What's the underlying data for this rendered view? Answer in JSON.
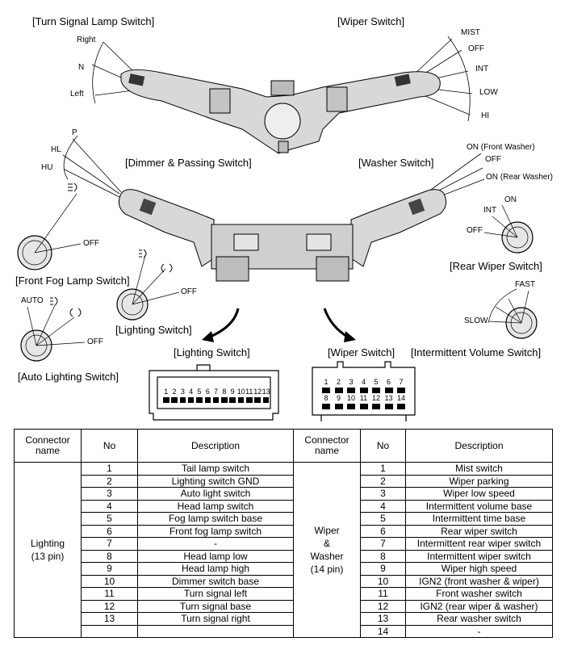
{
  "labels": {
    "turn_signal_switch": "[Turn Signal Lamp Switch]",
    "wiper_switch": "[Wiper Switch]",
    "turn_right": "Right",
    "turn_n": "N",
    "turn_left": "Left",
    "wiper_mist": "MIST",
    "wiper_off": "OFF",
    "wiper_int": "INT",
    "wiper_low": "LOW",
    "wiper_hi": "HI",
    "dimmer_p": "P",
    "dimmer_hl": "HL",
    "dimmer_hu": "HU",
    "dimmer_switch": "[Dimmer & Passing Switch]",
    "washer_switch": "[Washer Switch]",
    "washer_on_front": "ON (Front Washer)",
    "washer_off": "OFF",
    "washer_on_rear": "ON (Rear Washer)",
    "front_fog_off": "OFF",
    "front_fog_switch": "[Front Fog Lamp Switch]",
    "lighting_off": "OFF",
    "lighting_switch": "[Lighting Switch]",
    "auto": "AUTO",
    "auto_off": "OFF",
    "auto_lighting_switch": "[Auto Lighting Switch]",
    "rear_on": "ON",
    "rear_int": "INT",
    "rear_off": "OFF",
    "rear_wiper_switch": "[Rear Wiper Switch]",
    "fast": "FAST",
    "slow": "SLOW",
    "connector_lighting_title": "[Lighting Switch]",
    "connector_wiper_title": "[Wiper Switch]",
    "intermittent_volume_switch": "[Intermittent Volume Switch]"
  },
  "lighting_pins": [
    "1",
    "2",
    "3",
    "4",
    "5",
    "6",
    "7",
    "8",
    "9",
    "10",
    "11",
    "12",
    "13"
  ],
  "wiper_pins_top": [
    "1",
    "2",
    "3",
    "4",
    "5",
    "6",
    "7"
  ],
  "wiper_pins_bottom": [
    "8",
    "9",
    "10",
    "11",
    "12",
    "13",
    "14"
  ],
  "table": {
    "headers": {
      "connector_name": "Connector name",
      "no": "No",
      "description": "Description"
    },
    "lighting": {
      "name": "Lighting (13 pin)",
      "rows": [
        {
          "no": "1",
          "desc": "Tail lamp switch"
        },
        {
          "no": "2",
          "desc": "Lighting switch GND"
        },
        {
          "no": "3",
          "desc": "Auto light switch"
        },
        {
          "no": "4",
          "desc": "Head lamp switch"
        },
        {
          "no": "5",
          "desc": "Fog lamp switch base"
        },
        {
          "no": "6",
          "desc": "Front fog lamp switch"
        },
        {
          "no": "7",
          "desc": "-"
        },
        {
          "no": "8",
          "desc": "Head lamp low"
        },
        {
          "no": "9",
          "desc": "Head lamp high"
        },
        {
          "no": "10",
          "desc": "Dimmer switch base"
        },
        {
          "no": "11",
          "desc": "Turn signal left"
        },
        {
          "no": "12",
          "desc": "Turn signal base"
        },
        {
          "no": "13",
          "desc": "Turn signal right"
        }
      ]
    },
    "wiper": {
      "name": "Wiper & Washer (14 pin)",
      "rows": [
        {
          "no": "1",
          "desc": "Mist switch"
        },
        {
          "no": "2",
          "desc": "Wiper parking"
        },
        {
          "no": "3",
          "desc": "Wiper low speed"
        },
        {
          "no": "4",
          "desc": "Intermittent volume base"
        },
        {
          "no": "5",
          "desc": "Intermittent time base"
        },
        {
          "no": "6",
          "desc": "Rear wiper switch"
        },
        {
          "no": "7",
          "desc": "Intermittent rear wiper switch"
        },
        {
          "no": "8",
          "desc": "Intermittent wiper switch"
        },
        {
          "no": "9",
          "desc": "Wiper high speed"
        },
        {
          "no": "10",
          "desc": "IGN2 (front washer & wiper)"
        },
        {
          "no": "11",
          "desc": "Front washer switch"
        },
        {
          "no": "12",
          "desc": "IGN2 (rear wiper & washer)"
        },
        {
          "no": "13",
          "desc": "Rear washer switch"
        },
        {
          "no": "14",
          "desc": "-"
        }
      ]
    }
  }
}
